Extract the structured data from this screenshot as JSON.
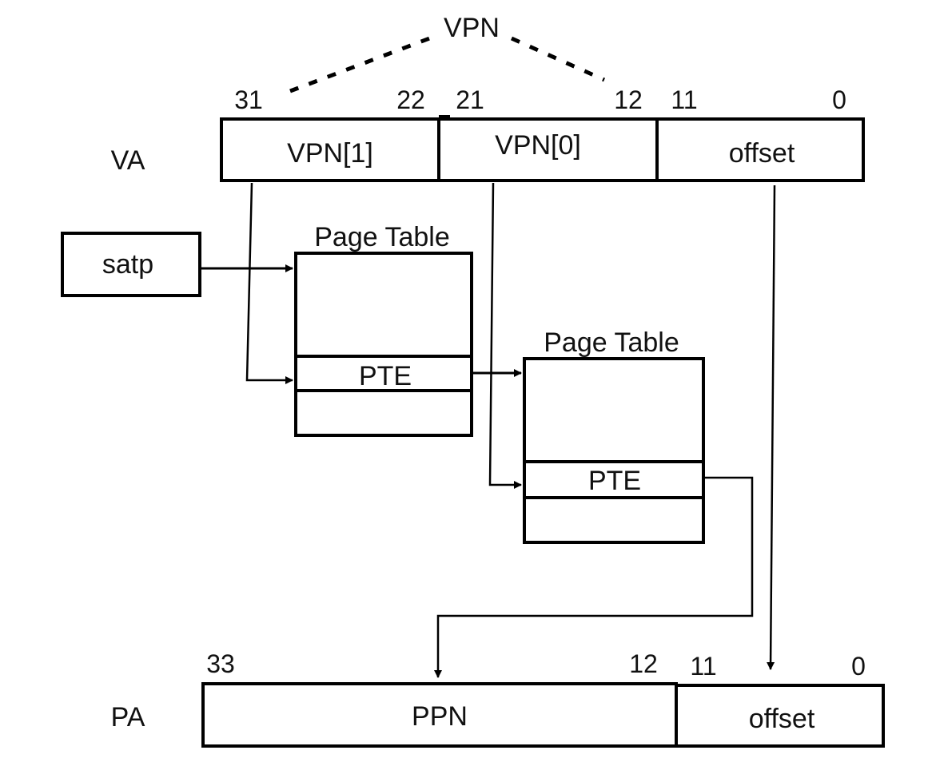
{
  "va": {
    "label": "VA",
    "vpn_group_label": "VPN",
    "fields": {
      "vpn1": "VPN[1]",
      "vpn0": "VPN[0]",
      "offset": "offset"
    },
    "bits": {
      "b31": "31",
      "b22": "22",
      "b21": "21",
      "b12": "12",
      "b11": "11",
      "b0": "0"
    }
  },
  "satp": {
    "label": "satp"
  },
  "page_table_1": {
    "title": "Page Table",
    "entry": "PTE"
  },
  "page_table_2": {
    "title": "Page Table",
    "entry": "PTE"
  },
  "pa": {
    "label": "PA",
    "fields": {
      "ppn": "PPN",
      "offset": "offset"
    },
    "bits": {
      "b33": "33",
      "b12": "12",
      "b11": "11",
      "b0": "0"
    }
  }
}
